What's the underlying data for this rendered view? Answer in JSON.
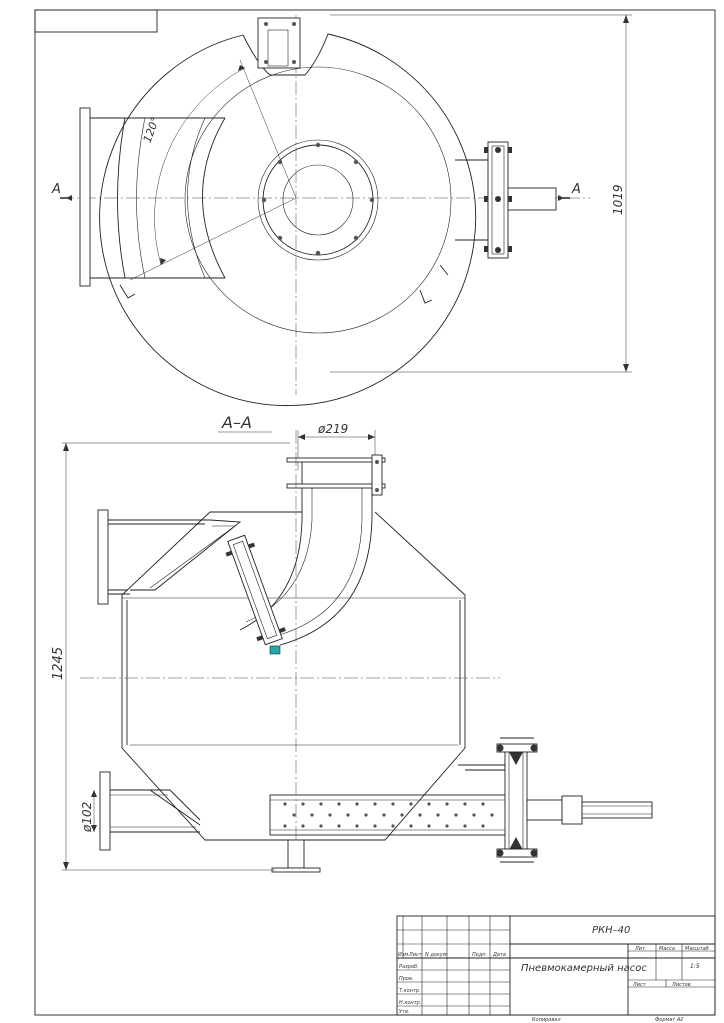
{
  "drawing": {
    "section_label": "А–А",
    "section_marker_left": "А",
    "section_marker_right": "А",
    "angle_label": "120°",
    "dimensions": {
      "width_top": "1019",
      "diameter_outlet": "ø219",
      "height_section": "1245",
      "diameter_inlet": "ø102"
    }
  },
  "title_block": {
    "designation": "РКН–40",
    "name": "Пневмокамерный насос",
    "col_headers": [
      "Изм.",
      "Лист",
      "N докум.",
      "Подп.",
      "Дата"
    ],
    "rows": [
      "Разраб.",
      "Пров.",
      "Т.контр.",
      "Н.контр.",
      "Утв."
    ],
    "lit_label": "Лит.",
    "mass_label": "Масса",
    "scale_label": "Масштаб",
    "scale_value": "1:5",
    "sheet_label": "Лист",
    "sheets_label": "Листов",
    "copied": "Копировал",
    "format": "Формат А2"
  }
}
